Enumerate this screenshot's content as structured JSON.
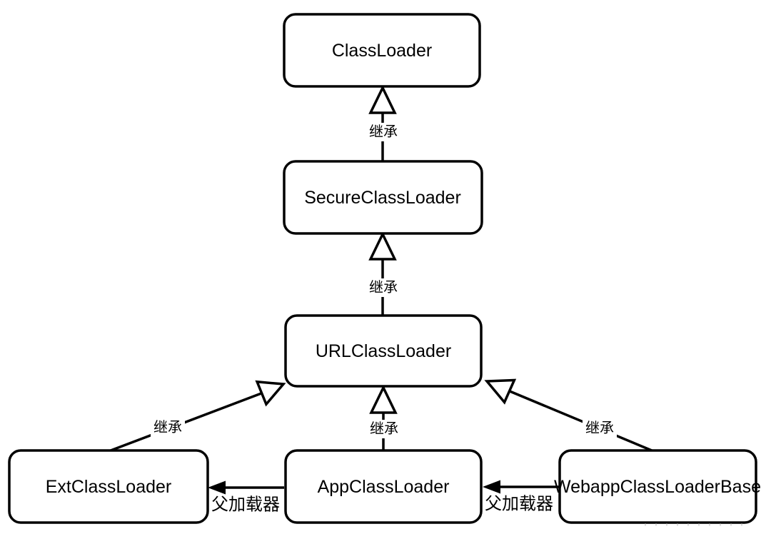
{
  "diagram": {
    "background_color": "#ffffff",
    "line_color": "#000000",
    "text_color": "#000000",
    "nodes": [
      {
        "id": "classloader",
        "label": "ClassLoader"
      },
      {
        "id": "secureclassloader",
        "label": "SecureClassLoader"
      },
      {
        "id": "urlclassloader",
        "label": "URLClassLoader"
      },
      {
        "id": "extclassloader",
        "label": "ExtClassLoader"
      },
      {
        "id": "appclassloader",
        "label": "AppClassLoader"
      },
      {
        "id": "webappclassloaderbase",
        "label": "WebappClassLoaderBase"
      }
    ],
    "edges": [
      {
        "from": "SecureClassLoader",
        "to": "ClassLoader",
        "label": "继承",
        "relation": "inheritance",
        "arrow": "hollow-triangle"
      },
      {
        "from": "URLClassLoader",
        "to": "SecureClassLoader",
        "label": "继承",
        "relation": "inheritance",
        "arrow": "hollow-triangle"
      },
      {
        "from": "AppClassLoader",
        "to": "URLClassLoader",
        "label": "继承",
        "relation": "inheritance",
        "arrow": "hollow-triangle"
      },
      {
        "from": "ExtClassLoader",
        "to": "URLClassLoader",
        "label": "继承",
        "relation": "inheritance",
        "arrow": "hollow-triangle"
      },
      {
        "from": "WebappClassLoaderBase",
        "to": "URLClassLoader",
        "label": "继承",
        "relation": "inheritance",
        "arrow": "hollow-triangle"
      },
      {
        "from": "AppClassLoader",
        "to": "ExtClassLoader",
        "label": "父加载器",
        "relation": "parent-loader",
        "arrow": "solid-triangle"
      },
      {
        "from": "WebappClassLoaderBase",
        "to": "AppClassLoader",
        "label": "父加载器",
        "relation": "parent-loader",
        "arrow": "solid-triangle"
      }
    ]
  }
}
